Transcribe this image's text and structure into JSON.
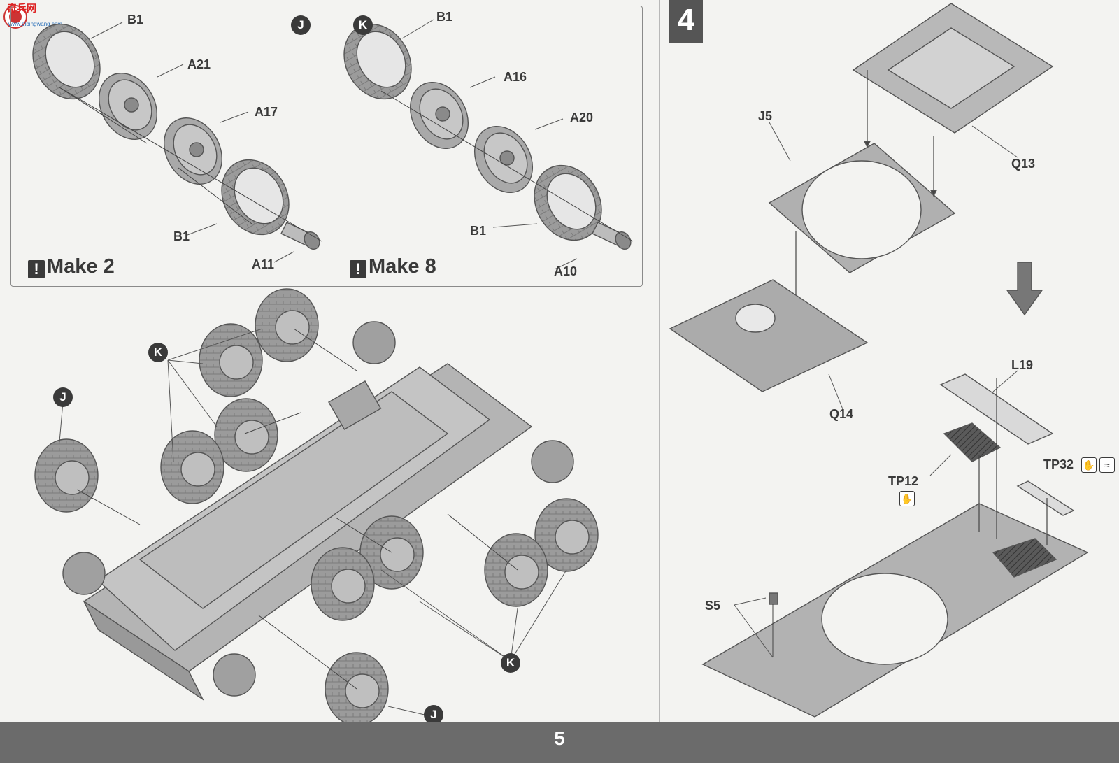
{
  "watermark": {
    "text": "奇兵网",
    "subtext": "www.qibingwang.com"
  },
  "step": {
    "number": "4"
  },
  "page": {
    "number": "5"
  },
  "panel_j": {
    "badge": "J",
    "labels": {
      "b1_top": "B1",
      "a21": "A21",
      "a17": "A17",
      "b1_bottom": "B1",
      "a11": "A11"
    },
    "make_label": "Make 2",
    "make_icon": "!"
  },
  "panel_k": {
    "badge": "K",
    "labels": {
      "b1_top": "B1",
      "a16": "A16",
      "a20": "A20",
      "b1_bottom": "B1",
      "a10": "A10"
    },
    "make_label": "Make 8",
    "make_icon": "!"
  },
  "chassis": {
    "badge_k_top": "K",
    "badge_j_left": "J",
    "badge_k_bottom": "K",
    "badge_j_bottom": "J"
  },
  "step4": {
    "labels": {
      "j5": "J5",
      "q13": "Q13",
      "q14": "Q14",
      "l19": "L19",
      "tp12": "TP12",
      "tp32": "TP32",
      "s5": "S5"
    },
    "icons": {
      "tp12_icon": "hands-peel-icon",
      "tp32_icon1": "hands-peel-icon",
      "tp32_icon2": "water-decal-icon"
    }
  }
}
